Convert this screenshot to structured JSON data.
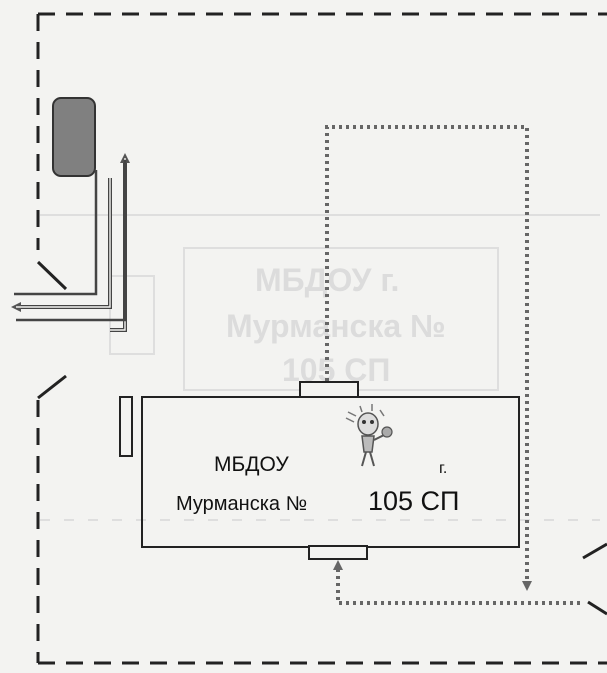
{
  "building": {
    "name_line1_left": "МБДОУ",
    "name_line1_right": "г.",
    "name_line2_left": "Мурманска №",
    "name_line2_right": "105 СП"
  },
  "ghost_building": {
    "line1": "МБДОУ г.",
    "line2": "Мурманска №",
    "line3": "105 СП"
  },
  "icons": {
    "car": "car-icon",
    "mascot": "mascot-icon"
  },
  "colors": {
    "background": "#f3f3f1",
    "lines": "#222222",
    "car_fill": "#808080",
    "arrow_gray": "#555555",
    "ghost": "#dcdcdc"
  }
}
